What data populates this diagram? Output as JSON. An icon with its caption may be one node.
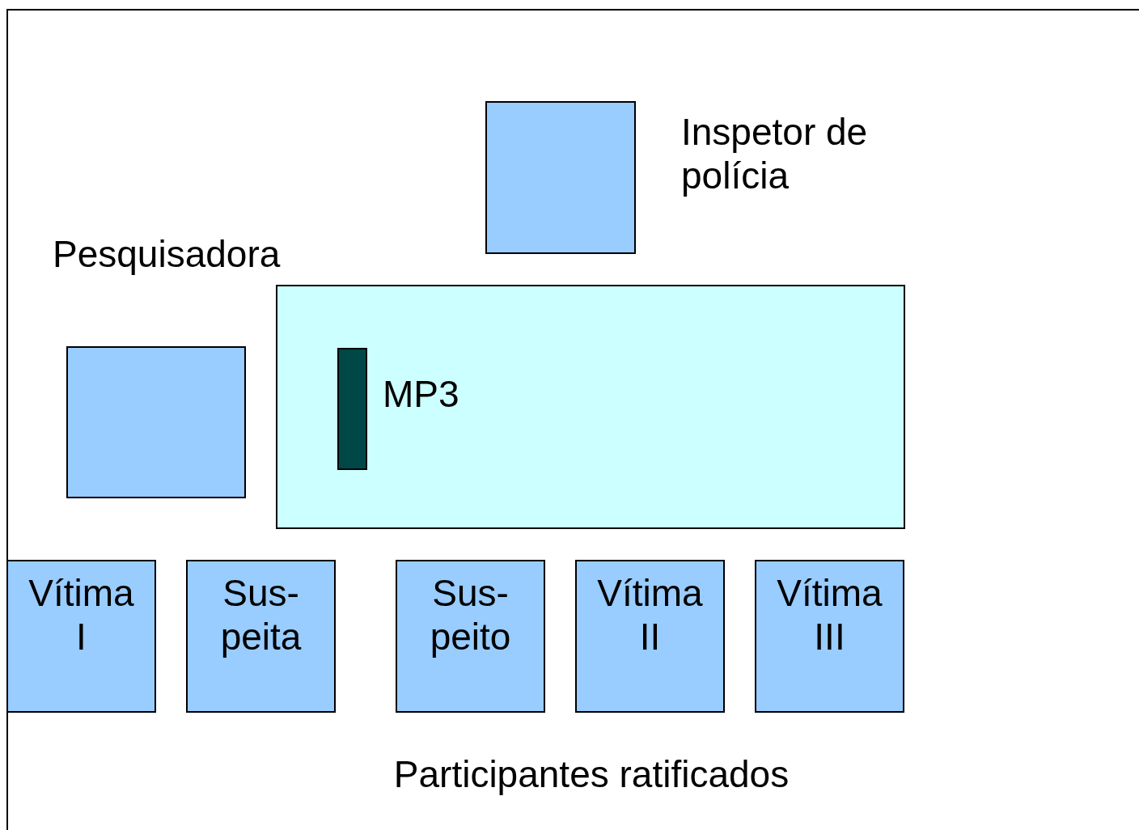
{
  "diagram": {
    "nodes": [
      {
        "text": [
          "Inspetor de polícia"
        ]
      },
      {
        "text": [
          "Pesquisadora"
        ]
      },
      {
        "text": [],
        "shape": "box"
      },
      {
        "text": [
          "MP3"
        ],
        "in": 2
      },
      {
        "text": [
          "Vítima I"
        ]
      },
      {
        "text": [
          "Sus- peita"
        ]
      },
      {
        "text": [
          "Sus- peito"
        ]
      },
      {
        "text": [
          "Vítima II"
        ]
      },
      {
        "text": [
          "Vítima III"
        ]
      }
    ],
    "labels": [
      "Participantes ratificados"
    ]
  }
}
